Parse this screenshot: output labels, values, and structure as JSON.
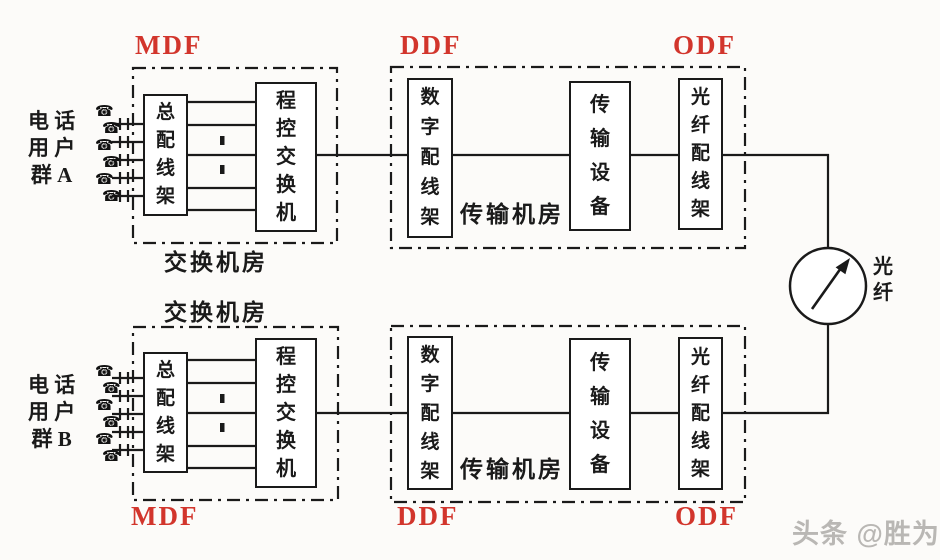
{
  "colors": {
    "accent_red": "#d2352c",
    "line_black": "#1a1a1a",
    "watermark_gray": "#b9b7b4",
    "background": "#fcfbf9"
  },
  "icons": {
    "phone": "☎",
    "fiber_meter": "circle-with-arrow"
  },
  "row_a": {
    "user_group": "电 话\n用 户\n群 A",
    "mdf_label": "MDF",
    "ddf_label": "DDF",
    "odf_label": "ODF",
    "switch_room_label": "交换机房",
    "transmission_room_label": "传输机房",
    "main_distribution_frame": "总配线架",
    "program_controlled_switch": "程控交换机",
    "digital_distribution_frame": "数字配线架",
    "transmission_equipment": "传输设备",
    "optical_distribution_frame": "光纤配线架"
  },
  "row_b": {
    "user_group": "电 话\n用 户\n群 B",
    "mdf_label": "MDF",
    "ddf_label": "DDF",
    "odf_label": "ODF",
    "switch_room_label": "交换机房",
    "transmission_room_label": "传输机房",
    "main_distribution_frame": "总配线架",
    "program_controlled_switch": "程控交换机",
    "digital_distribution_frame": "数字配线架",
    "transmission_equipment": "传输设备",
    "optical_distribution_frame": "光纤配线架"
  },
  "fiber_link_label": "光\n纤",
  "watermark": "头条 @胜为"
}
